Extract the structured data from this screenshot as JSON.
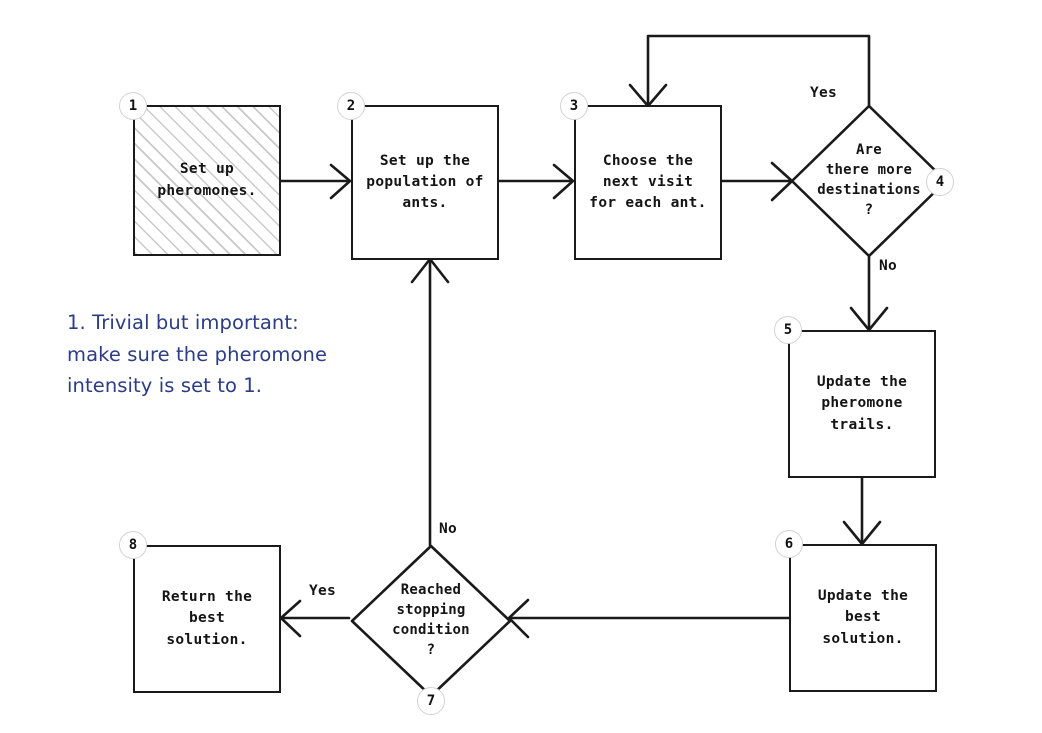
{
  "diagram": {
    "title": "Ant Colony Optimization flowchart",
    "ink_color": "#1a1a1a",
    "note_color": "#2c3c85",
    "hatch_color": "#c9c9c9",
    "background": "#ffffff"
  },
  "nodes": [
    {
      "id": 1,
      "badge": "1",
      "shape": "process",
      "hatched": true,
      "text": "Set up\npheromones."
    },
    {
      "id": 2,
      "badge": "2",
      "shape": "process",
      "hatched": false,
      "text": "Set up the\npopulation of\nants."
    },
    {
      "id": 3,
      "badge": "3",
      "shape": "process",
      "hatched": false,
      "text": "Choose the\nnext visit\nfor each ant."
    },
    {
      "id": 4,
      "badge": "4",
      "shape": "decision",
      "text": "Are\nthere more\ndestinations\n?"
    },
    {
      "id": 5,
      "badge": "5",
      "shape": "process",
      "hatched": false,
      "text": "Update the\npheromone\ntrails."
    },
    {
      "id": 6,
      "badge": "6",
      "shape": "process",
      "hatched": false,
      "text": "Update the\nbest\nsolution."
    },
    {
      "id": 7,
      "badge": "7",
      "shape": "decision",
      "text": "Reached\nstopping\ncondition\n?"
    },
    {
      "id": 8,
      "badge": "8",
      "shape": "process",
      "hatched": false,
      "text": "Return the\nbest\nsolution."
    }
  ],
  "edge_labels": {
    "yes_more_destinations": "Yes",
    "no_more_destinations": "No",
    "no_stopping": "No",
    "yes_stopping": "Yes"
  },
  "annotation": {
    "text": "1. Trivial but important:\nmake sure the pheromone\nintensity is set to 1."
  }
}
